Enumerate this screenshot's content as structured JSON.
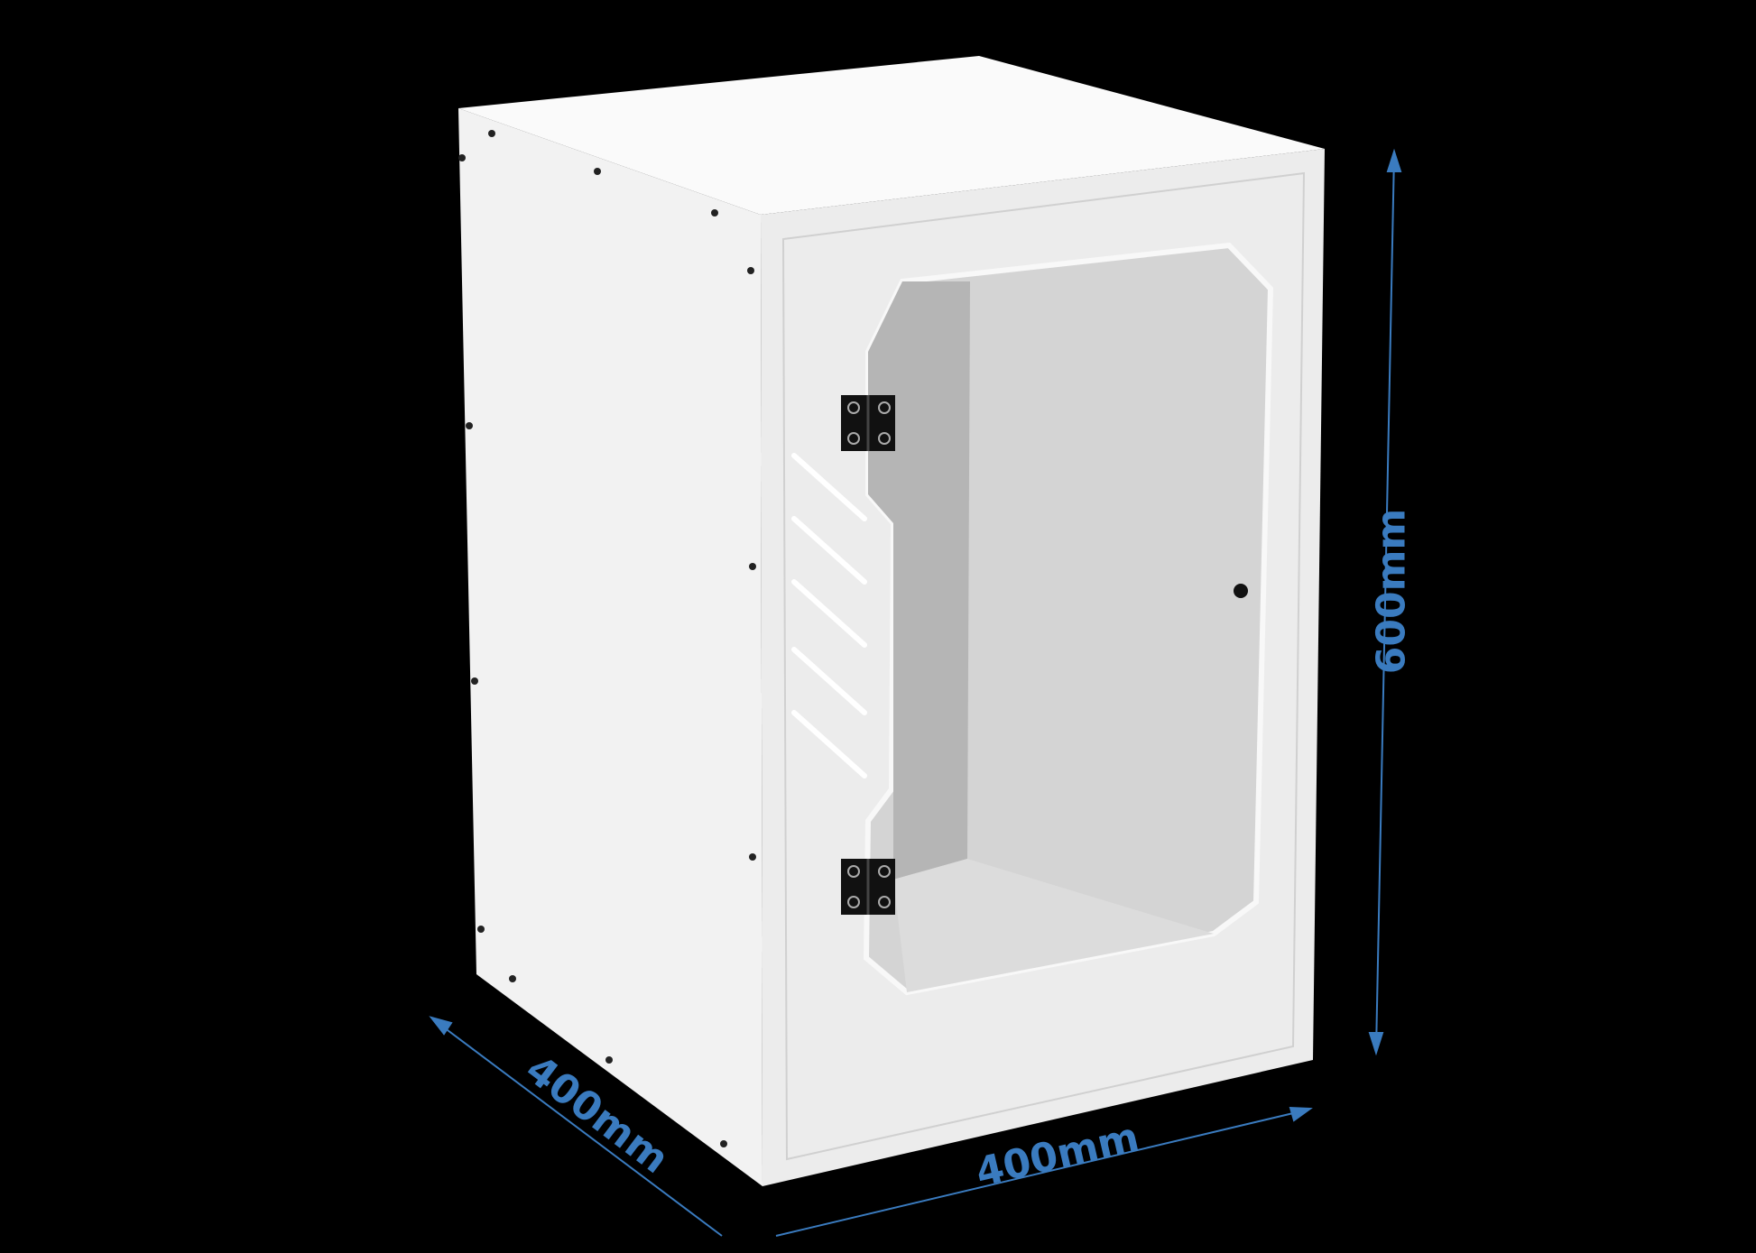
{
  "scene": {
    "subject": "white enclosure cabinet with transparent door",
    "background_color": "#000000",
    "body_color": "#f4f4f4",
    "accent_color": "#3a7bbf"
  },
  "dimensions": {
    "height": "600mm",
    "width": "400mm",
    "depth": "400mm"
  }
}
